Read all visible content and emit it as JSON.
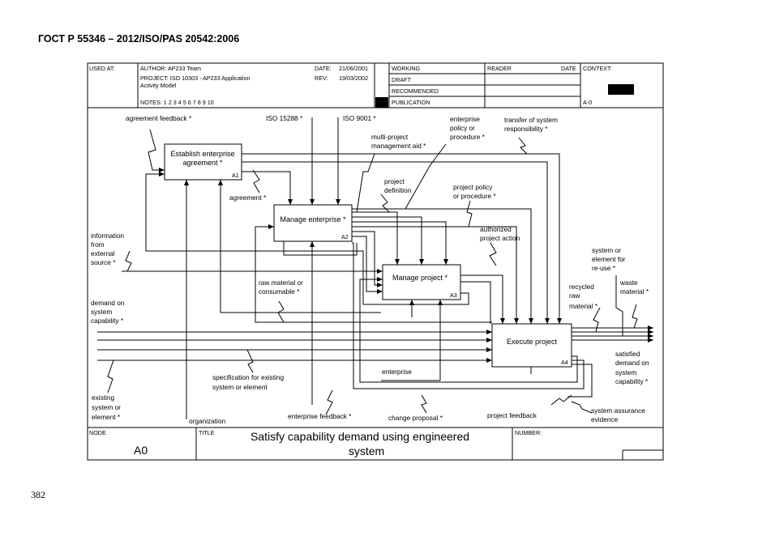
{
  "page": {
    "header": "ГОСТ Р 55346 – 2012/ISO/PAS 20542:2006",
    "page_number": "382"
  },
  "frame": {
    "used_at": "USED AT:",
    "author": "AUTHOR: AP233 Team",
    "date_label": "DATE:",
    "date_value": "21/06/2001",
    "project_line1": "PROJECT: ISO 10303 - AP233 Application",
    "project_line2": "Activity Model",
    "rev_label": "REV:",
    "rev_value": "19/03/2002",
    "notes": "NOTES: 1 2 3 4 5 6 7 8 9 10",
    "status": [
      "WORKING",
      "DRAFT",
      "RECOMMENDED",
      "PUBLICATION"
    ],
    "reader": "READER",
    "date2": "DATE",
    "context": "CONTEXT:",
    "context_node": "A-0",
    "node_label": "NODE",
    "node_value": "A0",
    "title_label": "TITLE",
    "title_line1": "Satisfy capability demand using engineered",
    "title_line2": "system",
    "number_label": "NUMBER:"
  },
  "activities": [
    {
      "id": "A1",
      "label_line1": "Establish enterprise",
      "label_line2": "agreement *"
    },
    {
      "id": "A2",
      "label_line1": "Manage enterprise *",
      "label_line2": ""
    },
    {
      "id": "A3",
      "label_line1": "Manage project *",
      "label_line2": ""
    },
    {
      "id": "A4",
      "label_line1": "Execute project",
      "label_line2": ""
    }
  ],
  "arrow_labels": {
    "agreement_feedback": "agreement feedback *",
    "iso15288": "ISO 15288 *",
    "iso9001": "ISO 9001 *",
    "multi_project": [
      "multi-project",
      "management aid *"
    ],
    "enterprise_policy": [
      "enterprise",
      "policy or",
      "procedure *"
    ],
    "transfer": [
      "transfer of system",
      "responsibility *"
    ],
    "project_definition": [
      "project",
      "definition"
    ],
    "project_policy": [
      "project policy",
      "or procedure *"
    ],
    "agreement": "agreement *",
    "authorized": [
      "authorized",
      "project action"
    ],
    "information": [
      "information",
      "from",
      "external",
      "source *"
    ],
    "raw_material": [
      "raw material or",
      "consumable *"
    ],
    "demand": [
      "demand on",
      "system",
      "capability *"
    ],
    "system_reuse": [
      "system or",
      "element for",
      "re-use *"
    ],
    "recycled": [
      "recycled",
      "raw",
      "material *"
    ],
    "waste": [
      "waste",
      "material *"
    ],
    "satisfied": [
      "satisfied",
      "demand on",
      "system",
      "capability *"
    ],
    "enterprise": "enterprise",
    "specification": [
      "specification for existing",
      "system or element"
    ],
    "existing": [
      "existing",
      "system or",
      "element *"
    ],
    "organization": "organization",
    "enterprise_feedback": "enterprise feedback *",
    "change_proposal": "change proposal *",
    "project_feedback": "project feedback",
    "assurance": [
      "system assurance",
      "evidence"
    ]
  }
}
